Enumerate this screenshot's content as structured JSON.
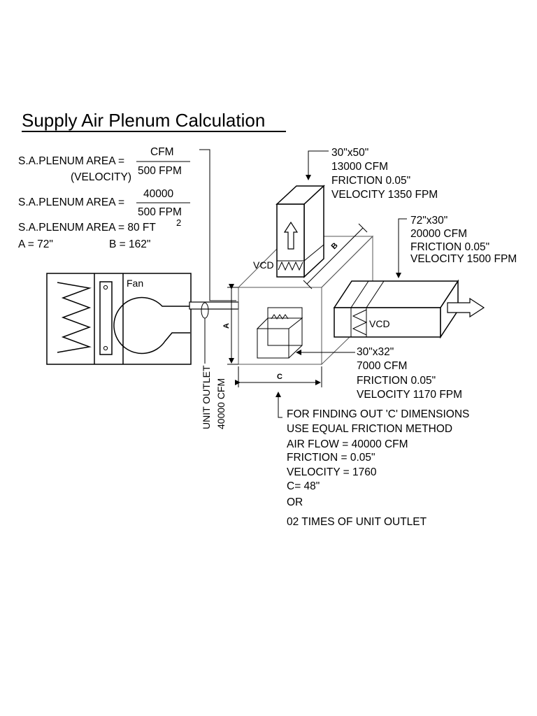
{
  "title": "Supply Air Plenum Calculation",
  "formula": {
    "lhs": "S.A.PLENUM AREA =",
    "num1": "CFM",
    "den1": "500 FPM",
    "velocity_note": "(VELOCITY)",
    "num2": "40000",
    "den2": "500 FPM",
    "result": "S.A.PLENUM AREA = 80 FT",
    "result_sup": "2",
    "a_value": "A = 72\"",
    "b_value": "B = 162\""
  },
  "fan_label": "Fan",
  "unit_outlet": {
    "line1": "UNIT OUTLET",
    "line2": "40000 CFM"
  },
  "dim_labels": {
    "a": "A",
    "b": "B",
    "c": "C"
  },
  "vcd_label": "VCD",
  "duct_top": {
    "size": "30\"x50\"",
    "cfm": "13000 CFM",
    "friction": "FRICTION 0.05\"",
    "velocity": "VELOCITY 1350 FPM"
  },
  "duct_right": {
    "size": "72\"x30\"",
    "cfm": "20000 CFM",
    "friction": "FRICTION 0.05\"",
    "velocity": "VELOCITY 1500 FPM"
  },
  "duct_front": {
    "size": "30\"x32\"",
    "cfm": "7000 CFM",
    "friction": "FRICTION 0.05\"",
    "velocity": "VELOCITY 1170 FPM"
  },
  "notes": [
    "FOR FINDING OUT 'C' DIMENSIONS",
    "USE EQUAL FRICTION METHOD",
    "AIR FLOW = 40000 CFM",
    "FRICTION = 0.05\"",
    "VELOCITY = 1760",
    "C= 48\"",
    "OR",
    "02 TIMES OF UNIT OUTLET"
  ]
}
